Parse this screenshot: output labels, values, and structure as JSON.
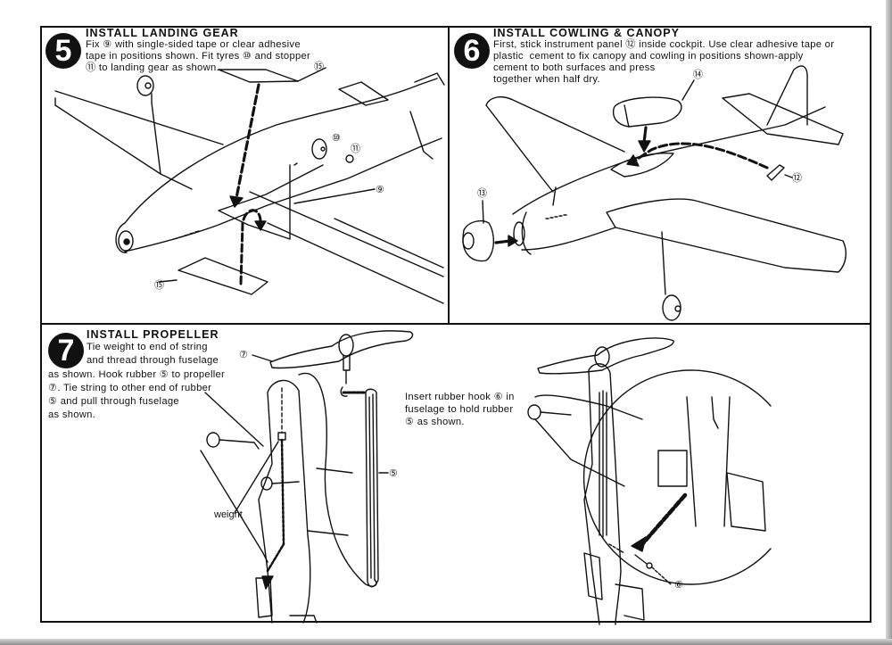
{
  "document": {
    "type": "model aircraft assembly instructions"
  },
  "steps": [
    {
      "number": "5",
      "title": "INSTALL LANDING GEAR",
      "lines": [
        "Fix ⑨ with single-sided tape or clear adhesive",
        "tape in positions shown. Fit tyres ⑩ and stopper",
        "⑪ to landing gear as shown."
      ],
      "callouts": [
        "⑮",
        "⑩",
        "⑪",
        "⑨",
        "⑮"
      ]
    },
    {
      "number": "6",
      "title": "INSTALL COWLING & CANOPY",
      "lines": [
        "First, stick instrument panel ⑫ inside cockpit. Use clear adhesive tape or",
        "plastic  cement to fix canopy and cowling in positions shown-apply",
        "cement to both surfaces and press",
        "together when half dry."
      ],
      "callouts": [
        "⑭",
        "⑬",
        "⑫"
      ]
    },
    {
      "number": "7",
      "title": "INSTALL PROPELLER",
      "lines": [
        "Tie weight to end of string",
        "and thread through fuselage",
        "as shown. Hook rubber ⑤ to propeller",
        "⑦. Tie string to other end of rubber",
        "⑤ and pull through fuselage",
        "as shown."
      ],
      "callouts": [
        "⑦",
        "⑤",
        "⑥"
      ],
      "weight_label": "weight",
      "side_note": [
        "Insert rubber hook ⑥ in",
        "fuselage to hold rubber",
        "⑤ as shown."
      ]
    }
  ]
}
